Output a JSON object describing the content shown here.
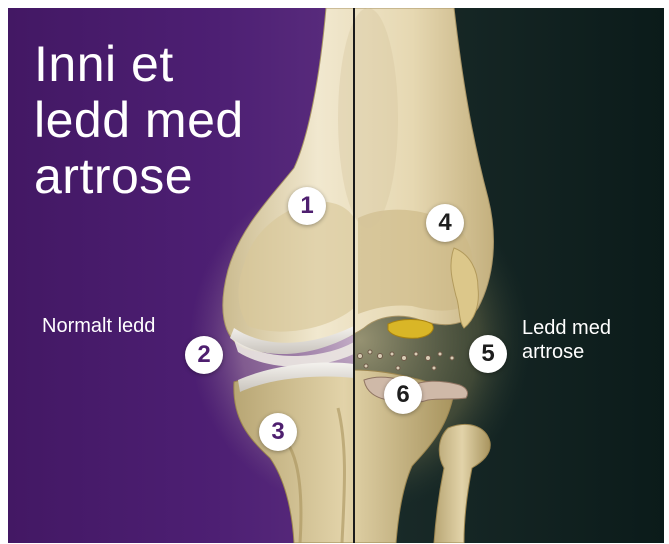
{
  "title": {
    "line1": "Inni et",
    "line2": "ledd med",
    "line3": "artrose"
  },
  "labels": {
    "normal": "Normalt ledd",
    "arthritis_line1": "Ledd med",
    "arthritis_line2": "artrose"
  },
  "markers": [
    "1",
    "2",
    "3",
    "4",
    "5",
    "6"
  ],
  "colors": {
    "left_background": "#4a1c6e",
    "right_background": "#10211f",
    "normal_marker_text": "#4e1f6f",
    "arthritis_marker_text": "#1e1e1e",
    "divider": "#1a1a1a",
    "bone": "#e8dcc0"
  }
}
